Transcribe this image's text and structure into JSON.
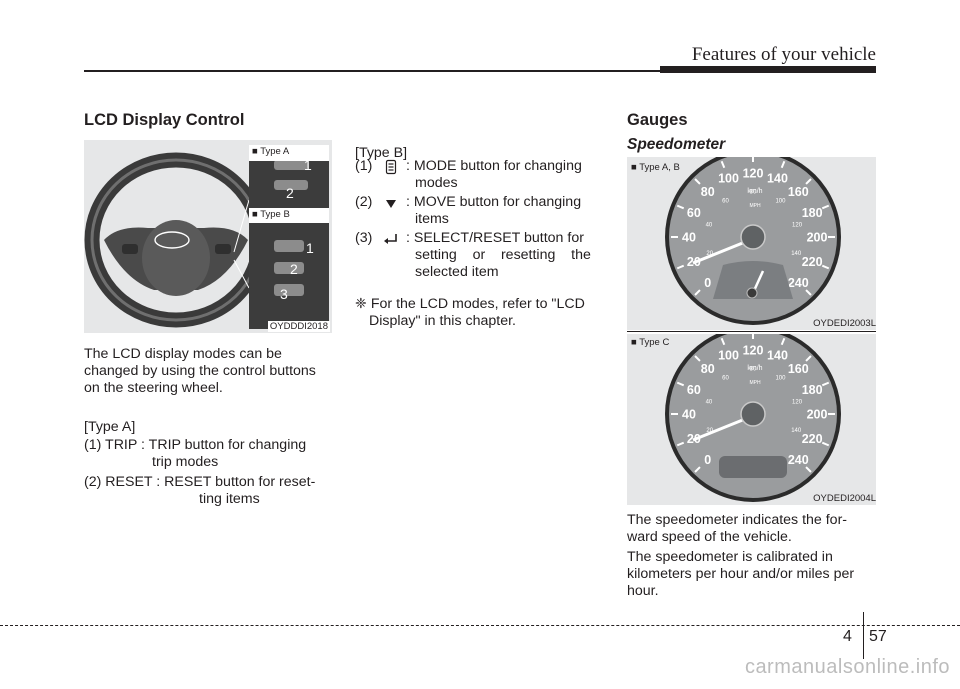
{
  "header": {
    "title": "Features of your vehicle"
  },
  "lcd": {
    "heading": "LCD Display Control",
    "figure": {
      "type_a": "■ Type A",
      "type_b": "■ Type B",
      "code": "OYDDDI2018",
      "callouts": [
        "1",
        "2",
        "1",
        "2",
        "3"
      ]
    },
    "intro": [
      "The  LCD  display  modes  can  be",
      "changed by using the control buttons",
      "on the steering wheel."
    ],
    "type_a_label": "[Type A]",
    "type_a_items": [
      {
        "key": "(1) TRIP :",
        "line1": "TRIP  button  for  changing",
        "line2": "trip modes"
      },
      {
        "key": "(2) RESET :",
        "line1": "RESET button for reset-",
        "line2": "ting items"
      }
    ],
    "type_b_label": "[Type B]",
    "type_b_items": [
      {
        "num": "(1)",
        "icon": "mode-icon",
        "line1": ": MODE  button  for  changing",
        "line2": "modes"
      },
      {
        "num": "(2)",
        "icon": "move-down-icon",
        "line1": ": MOVE  button   for  changing",
        "line2": "items"
      },
      {
        "num": "(3)",
        "icon": "enter-icon",
        "line1": ": SELECT/RESET  button  for",
        "line2": "setting    or    resetting    the",
        "line3": "selected item"
      }
    ],
    "note_symbol": "❈",
    "note": [
      "For the LCD modes, refer to \"LCD",
      "Display\" in this chapter."
    ]
  },
  "gauges": {
    "heading": "Gauges",
    "subheading": "Speedometer",
    "figure1": {
      "label": "■ Type A, B",
      "code": "OYDEDI2003L"
    },
    "figure2": {
      "label": "■ Type C",
      "code": "OYDEDI2004L"
    },
    "kmh_ticks": [
      "0",
      "20",
      "40",
      "60",
      "80",
      "100",
      "120",
      "140",
      "160",
      "180",
      "200",
      "220",
      "240"
    ],
    "unit": "km/h",
    "mph_unit": "MPH",
    "mph_ticks": [
      "20",
      "40",
      "60",
      "80",
      "100",
      "120",
      "140"
    ],
    "desc1": [
      "The  speedometer  indicates  the  for-",
      "ward speed of the vehicle."
    ],
    "desc2": [
      "The  speedometer  is  calibrated  in",
      "kilometers per hour and/or miles per",
      "hour."
    ]
  },
  "footer": {
    "chapter": "4",
    "page": "57",
    "watermark": "carmanualsonline.info"
  }
}
